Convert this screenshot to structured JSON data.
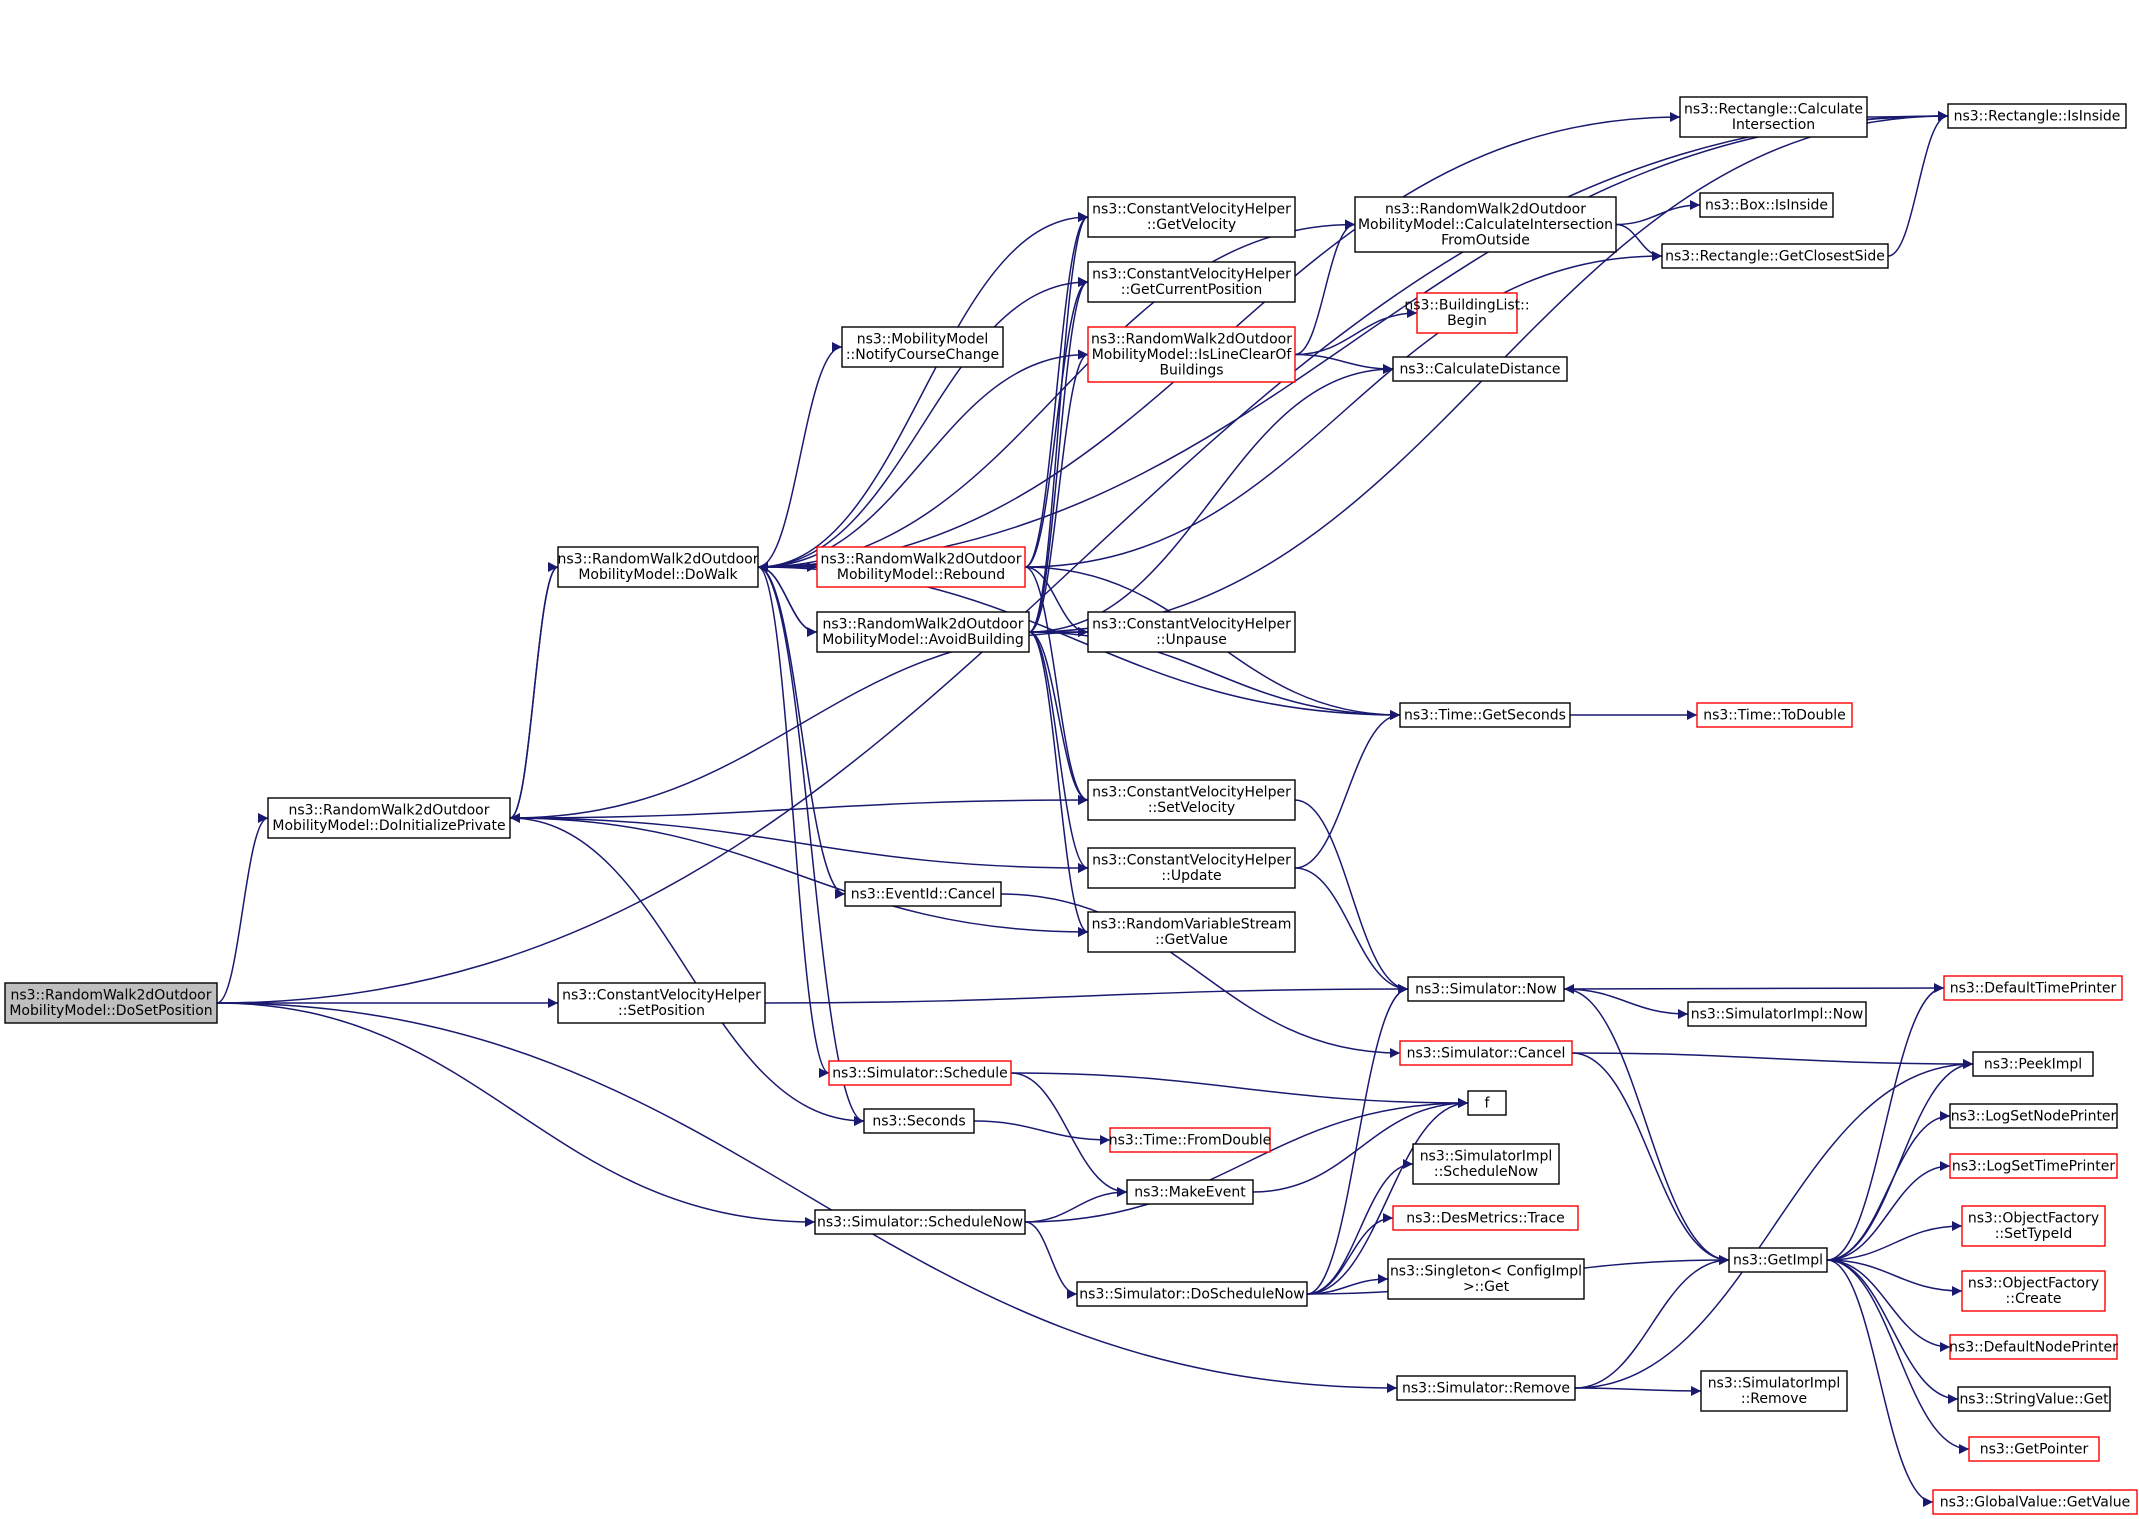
{
  "diagram": {
    "colors": {
      "edge": "#191970",
      "node_border": "#000000",
      "truncated_border": "#ff0000",
      "highlight_fill": "#bfbfbf",
      "background": "#ffffff"
    },
    "nodes": [
      {
        "id": "doSetPosition",
        "lines": [
          "ns3::RandomWalk2dOutdoor",
          "MobilityModel::DoSetPosition"
        ],
        "highlight": true
      },
      {
        "id": "doInitPrivate",
        "lines": [
          "ns3::RandomWalk2dOutdoor",
          "MobilityModel::DoInitializePrivate"
        ]
      },
      {
        "id": "doWalk",
        "lines": [
          "ns3::RandomWalk2dOutdoor",
          "MobilityModel::DoWalk"
        ]
      },
      {
        "id": "rebound",
        "lines": [
          "ns3::RandomWalk2dOutdoor",
          "MobilityModel::Rebound"
        ],
        "truncated": true
      },
      {
        "id": "avoidBuilding",
        "lines": [
          "ns3::RandomWalk2dOutdoor",
          "MobilityModel::AvoidBuilding"
        ]
      },
      {
        "id": "cvhGetVelocity",
        "lines": [
          "ns3::ConstantVelocityHelper",
          "::GetVelocity"
        ]
      },
      {
        "id": "cvhGetCurrentPosition",
        "lines": [
          "ns3::ConstantVelocityHelper",
          "::GetCurrentPosition"
        ]
      },
      {
        "id": "notifyCourseChange",
        "lines": [
          "ns3::MobilityModel",
          "::NotifyCourseChange"
        ]
      },
      {
        "id": "isLineClear",
        "lines": [
          "ns3::RandomWalk2dOutdoor",
          "MobilityModel::IsLineClearOf",
          "Buildings"
        ],
        "truncated": true
      },
      {
        "id": "cvhUnpause",
        "lines": [
          "ns3::ConstantVelocityHelper",
          "::Unpause"
        ]
      },
      {
        "id": "cvhSetVelocity",
        "lines": [
          "ns3::ConstantVelocityHelper",
          "::SetVelocity"
        ]
      },
      {
        "id": "cvhUpdate",
        "lines": [
          "ns3::ConstantVelocityHelper",
          "::Update"
        ]
      },
      {
        "id": "rvsGetValue",
        "lines": [
          "ns3::RandomVariableStream",
          "::GetValue"
        ]
      },
      {
        "id": "eventIdCancel",
        "lines": [
          "ns3::EventId::Cancel"
        ]
      },
      {
        "id": "cvhSetPosition",
        "lines": [
          "ns3::ConstantVelocityHelper",
          "::SetPosition"
        ]
      },
      {
        "id": "simSchedule",
        "lines": [
          "ns3::Simulator::Schedule"
        ],
        "truncated": true
      },
      {
        "id": "seconds",
        "lines": [
          "ns3::Seconds"
        ]
      },
      {
        "id": "simScheduleNow",
        "lines": [
          "ns3::Simulator::ScheduleNow"
        ]
      },
      {
        "id": "simDoScheduleNow",
        "lines": [
          "ns3::Simulator::DoScheduleNow"
        ]
      },
      {
        "id": "makeEvent",
        "lines": [
          "ns3::MakeEvent"
        ]
      },
      {
        "id": "calcIntersectionFromOutside",
        "lines": [
          "ns3::RandomWalk2dOutdoor",
          "MobilityModel::CalculateIntersection",
          "FromOutside"
        ]
      },
      {
        "id": "rectCalcIntersection",
        "lines": [
          "ns3::Rectangle::Calculate",
          "Intersection"
        ]
      },
      {
        "id": "rectIsInside",
        "lines": [
          "ns3::Rectangle::IsInside"
        ]
      },
      {
        "id": "boxIsInside",
        "lines": [
          "ns3::Box::IsInside"
        ]
      },
      {
        "id": "rectGetClosestSide",
        "lines": [
          "ns3::Rectangle::GetClosestSide"
        ]
      },
      {
        "id": "buildingListBegin",
        "lines": [
          "ns3::BuildingList::",
          "Begin"
        ],
        "truncated": true
      },
      {
        "id": "calcDistance",
        "lines": [
          "ns3::CalculateDistance"
        ]
      },
      {
        "id": "timeGetSeconds",
        "lines": [
          "ns3::Time::GetSeconds"
        ]
      },
      {
        "id": "timeToDouble",
        "lines": [
          "ns3::Time::ToDouble"
        ],
        "truncated": true
      },
      {
        "id": "simNow",
        "lines": [
          "ns3::Simulator::Now"
        ]
      },
      {
        "id": "simCancel",
        "lines": [
          "ns3::Simulator::Cancel"
        ],
        "truncated": true
      },
      {
        "id": "f",
        "lines": [
          "f"
        ]
      },
      {
        "id": "timeFromDouble",
        "lines": [
          "ns3::Time::FromDouble"
        ],
        "truncated": true
      },
      {
        "id": "simImplScheduleNow",
        "lines": [
          "ns3::SimulatorImpl",
          "::ScheduleNow"
        ]
      },
      {
        "id": "desMetricsTrace",
        "lines": [
          "ns3::DesMetrics::Trace"
        ],
        "truncated": true
      },
      {
        "id": "singletonGet",
        "lines": [
          "ns3::Singleton< ConfigImpl",
          " >::Get"
        ]
      },
      {
        "id": "simRemove",
        "lines": [
          "ns3::Simulator::Remove"
        ]
      },
      {
        "id": "simImplRemove",
        "lines": [
          "ns3::SimulatorImpl",
          "::Remove"
        ]
      },
      {
        "id": "simImplNow",
        "lines": [
          "ns3::SimulatorImpl::Now"
        ]
      },
      {
        "id": "getImpl",
        "lines": [
          "ns3::GetImpl"
        ]
      },
      {
        "id": "defaultTimePrinter",
        "lines": [
          "ns3::DefaultTimePrinter"
        ],
        "truncated": true
      },
      {
        "id": "peekImpl",
        "lines": [
          "ns3::PeekImpl"
        ]
      },
      {
        "id": "logSetNodePrinter",
        "lines": [
          "ns3::LogSetNodePrinter"
        ]
      },
      {
        "id": "logSetTimePrinter",
        "lines": [
          "ns3::LogSetTimePrinter"
        ],
        "truncated": true
      },
      {
        "id": "objFactorySetTypeId",
        "lines": [
          "ns3::ObjectFactory",
          "::SetTypeId"
        ],
        "truncated": true
      },
      {
        "id": "objFactoryCreate",
        "lines": [
          "ns3::ObjectFactory",
          "::Create"
        ],
        "truncated": true
      },
      {
        "id": "defaultNodePrinter",
        "lines": [
          "ns3::DefaultNodePrinter"
        ],
        "truncated": true
      },
      {
        "id": "stringValueGet",
        "lines": [
          "ns3::StringValue::Get"
        ]
      },
      {
        "id": "getPointer",
        "lines": [
          "ns3::GetPointer"
        ],
        "truncated": true
      },
      {
        "id": "globalValueGetValue",
        "lines": [
          "ns3::GlobalValue::GetValue"
        ],
        "truncated": true
      }
    ],
    "edges": [
      [
        "doSetPosition",
        "doInitPrivate"
      ],
      [
        "doSetPosition",
        "rectIsInside"
      ],
      [
        "doSetPosition",
        "cvhSetPosition"
      ],
      [
        "doSetPosition",
        "simScheduleNow"
      ],
      [
        "doSetPosition",
        "simRemove"
      ],
      [
        "doInitPrivate",
        "doWalk"
      ],
      [
        "doInitPrivate",
        "cvhUnpause"
      ],
      [
        "doInitPrivate",
        "cvhSetVelocity"
      ],
      [
        "doInitPrivate",
        "cvhUpdate"
      ],
      [
        "doInitPrivate",
        "rvsGetValue"
      ],
      [
        "doInitPrivate",
        "seconds"
      ],
      [
        "doWalk",
        "doInitPrivate"
      ],
      [
        "doWalk",
        "rebound"
      ],
      [
        "doWalk",
        "avoidBuilding"
      ],
      [
        "doWalk",
        "cvhGetVelocity"
      ],
      [
        "doWalk",
        "cvhGetCurrentPosition"
      ],
      [
        "doWalk",
        "notifyCourseChange"
      ],
      [
        "doWalk",
        "isLineClear"
      ],
      [
        "doWalk",
        "calcIntersectionFromOutside"
      ],
      [
        "doWalk",
        "rectCalcIntersection"
      ],
      [
        "doWalk",
        "rectIsInside"
      ],
      [
        "doWalk",
        "timeGetSeconds"
      ],
      [
        "doWalk",
        "eventIdCancel"
      ],
      [
        "doWalk",
        "simSchedule"
      ],
      [
        "doWalk",
        "seconds"
      ],
      [
        "rebound",
        "doWalk"
      ],
      [
        "rebound",
        "cvhGetVelocity"
      ],
      [
        "rebound",
        "cvhGetCurrentPosition"
      ],
      [
        "rebound",
        "rectGetClosestSide"
      ],
      [
        "rebound",
        "cvhUnpause"
      ],
      [
        "rebound",
        "cvhSetVelocity"
      ],
      [
        "rebound",
        "timeGetSeconds"
      ],
      [
        "avoidBuilding",
        "doWalk"
      ],
      [
        "avoidBuilding",
        "cvhGetVelocity"
      ],
      [
        "avoidBuilding",
        "cvhGetCurrentPosition"
      ],
      [
        "avoidBuilding",
        "isLineClear"
      ],
      [
        "avoidBuilding",
        "calcDistance"
      ],
      [
        "avoidBuilding",
        "rectIsInside"
      ],
      [
        "avoidBuilding",
        "cvhUnpause"
      ],
      [
        "avoidBuilding",
        "timeGetSeconds"
      ],
      [
        "avoidBuilding",
        "cvhSetVelocity"
      ],
      [
        "avoidBuilding",
        "cvhUpdate"
      ],
      [
        "avoidBuilding",
        "rvsGetValue"
      ],
      [
        "isLineClear",
        "calcIntersectionFromOutside"
      ],
      [
        "isLineClear",
        "buildingListBegin"
      ],
      [
        "isLineClear",
        "calcDistance"
      ],
      [
        "calcIntersectionFromOutside",
        "boxIsInside"
      ],
      [
        "calcIntersectionFromOutside",
        "rectGetClosestSide"
      ],
      [
        "rectCalcIntersection",
        "rectIsInside"
      ],
      [
        "rectGetClosestSide",
        "rectIsInside"
      ],
      [
        "cvhSetVelocity",
        "simNow"
      ],
      [
        "cvhUpdate",
        "timeGetSeconds"
      ],
      [
        "cvhUpdate",
        "simNow"
      ],
      [
        "timeGetSeconds",
        "timeToDouble"
      ],
      [
        "eventIdCancel",
        "simCancel"
      ],
      [
        "cvhSetPosition",
        "simNow"
      ],
      [
        "simSchedule",
        "f"
      ],
      [
        "simSchedule",
        "makeEvent"
      ],
      [
        "seconds",
        "timeFromDouble"
      ],
      [
        "makeEvent",
        "f"
      ],
      [
        "simScheduleNow",
        "makeEvent"
      ],
      [
        "simScheduleNow",
        "simDoScheduleNow"
      ],
      [
        "simScheduleNow",
        "f"
      ],
      [
        "simDoScheduleNow",
        "simNow"
      ],
      [
        "simDoScheduleNow",
        "f"
      ],
      [
        "simDoScheduleNow",
        "simImplScheduleNow"
      ],
      [
        "simDoScheduleNow",
        "desMetricsTrace"
      ],
      [
        "simDoScheduleNow",
        "singletonGet"
      ],
      [
        "simDoScheduleNow",
        "getImpl"
      ],
      [
        "simRemove",
        "peekImpl"
      ],
      [
        "simRemove",
        "getImpl"
      ],
      [
        "simRemove",
        "simImplRemove"
      ],
      [
        "simNow",
        "simImplNow"
      ],
      [
        "simNow",
        "getImpl"
      ],
      [
        "defaultTimePrinter",
        "simNow"
      ],
      [
        "simCancel",
        "peekImpl"
      ],
      [
        "simCancel",
        "getImpl"
      ],
      [
        "getImpl",
        "defaultTimePrinter"
      ],
      [
        "getImpl",
        "peekImpl"
      ],
      [
        "getImpl",
        "logSetNodePrinter"
      ],
      [
        "getImpl",
        "logSetTimePrinter"
      ],
      [
        "getImpl",
        "objFactorySetTypeId"
      ],
      [
        "getImpl",
        "objFactoryCreate"
      ],
      [
        "getImpl",
        "defaultNodePrinter"
      ],
      [
        "getImpl",
        "stringValueGet"
      ],
      [
        "getImpl",
        "getPointer"
      ],
      [
        "getImpl",
        "globalValueGetValue"
      ]
    ]
  }
}
